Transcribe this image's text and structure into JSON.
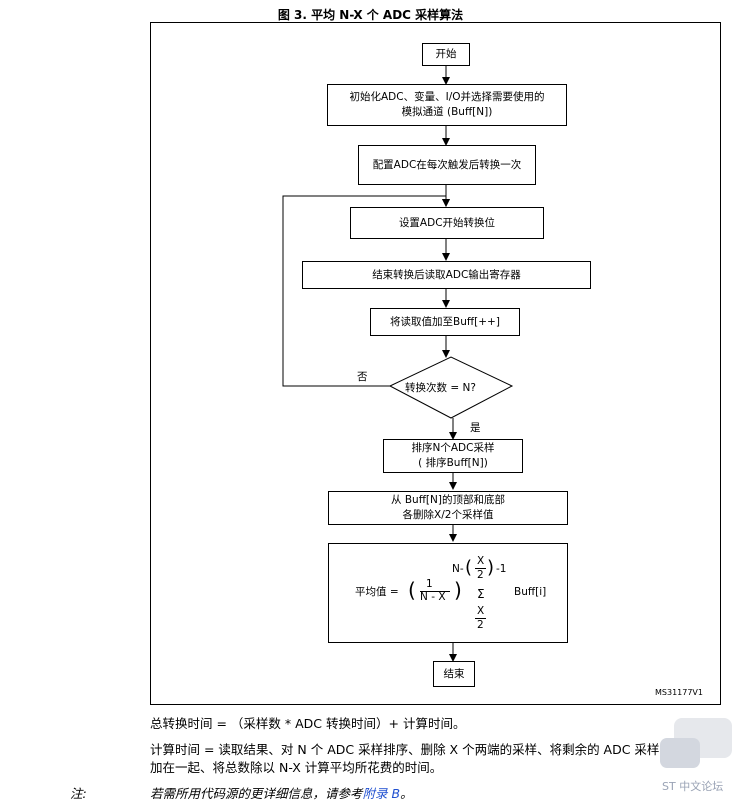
{
  "figure": {
    "title": "图 3. 平均 N-X 个 ADC 采样算法",
    "code": "MS31177V1"
  },
  "nodes": {
    "start": "开始",
    "init": "初始化ADC、变量、I/O并选择需要使用的\n模拟通道 (Buff[N])",
    "config": "配置ADC在每次触发后转换一次",
    "set_start": "设置ADC开始转换位",
    "read_reg": "结束转换后读取ADC输出寄存器",
    "add_buff": "将读取值加至Buff[++]",
    "decision": "转换次数 = N?",
    "sort": "排序N个ADC采样\n( 排序Buff[N])",
    "remove": "从 Buff[N]的顶部和底部\n各删除X/2个采样值",
    "end": "结束"
  },
  "edges": {
    "no": "否",
    "yes": "是"
  },
  "formula": {
    "label": "平均值 =",
    "frac_num": "1",
    "frac_den": "N - X",
    "sum_upper": "N-",
    "x_top": "X",
    "two_top": "2",
    "minus_one": "-1",
    "sigma": "Σ",
    "x_bottom": "X",
    "two_bottom": "2",
    "term": "Buff[i]"
  },
  "notes": {
    "line1": "总转换时间 = （采样数 * ADC 转换时间）+ 计算时间。",
    "line2a": "计算时间 = 读取结果、对 N 个 ADC 采样排序、删除 X 个两端的采样、将剩余的 ADC 采样",
    "line2b": "加在一起、将总数除以 N-X 计算平均所花费的时间。",
    "note_label": "注:",
    "note_text": "若需所用代码源的更详细信息，请参考",
    "note_link": "附录 B",
    "note_end": "。"
  },
  "watermark": "ST 中文论坛"
}
